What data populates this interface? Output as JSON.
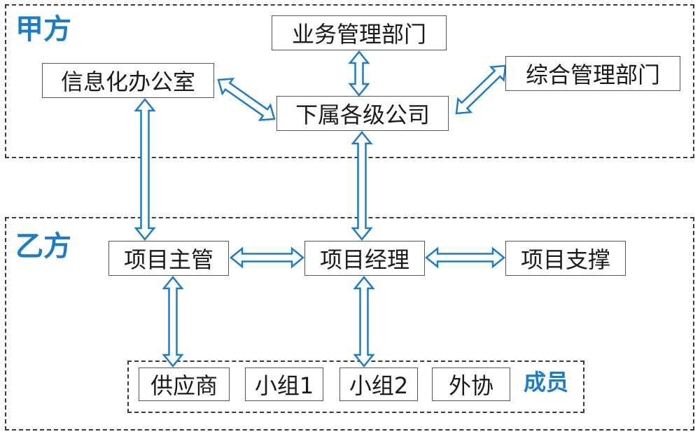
{
  "colors": {
    "accent": "#1a7ccb",
    "arrow_fill": "#ffffff",
    "arrow_stroke": "#1a7ccb",
    "dash_border": "#3a3a3a"
  },
  "groups": {
    "party_a": {
      "label": "甲方"
    },
    "party_b": {
      "label": "乙方"
    },
    "members": {
      "label": "成员"
    }
  },
  "nodes": {
    "business_dept": "业务管理部门",
    "info_office": "信息化办公室",
    "general_dept": "综合管理部门",
    "subsidiaries": "下属各级公司",
    "project_supervisor": "项目主管",
    "project_manager": "项目经理",
    "project_support": "项目支撑",
    "supplier": "供应商",
    "team1": "小组1",
    "team2": "小组2",
    "outsourcing": "外协"
  },
  "connections": [
    {
      "from": "business_dept",
      "to": "subsidiaries"
    },
    {
      "from": "info_office",
      "to": "subsidiaries"
    },
    {
      "from": "general_dept",
      "to": "subsidiaries"
    },
    {
      "from": "info_office",
      "to": "project_supervisor"
    },
    {
      "from": "subsidiaries",
      "to": "project_manager"
    },
    {
      "from": "project_supervisor",
      "to": "project_manager"
    },
    {
      "from": "project_manager",
      "to": "project_support"
    },
    {
      "from": "project_supervisor",
      "to": "members"
    },
    {
      "from": "project_manager",
      "to": "members"
    }
  ]
}
